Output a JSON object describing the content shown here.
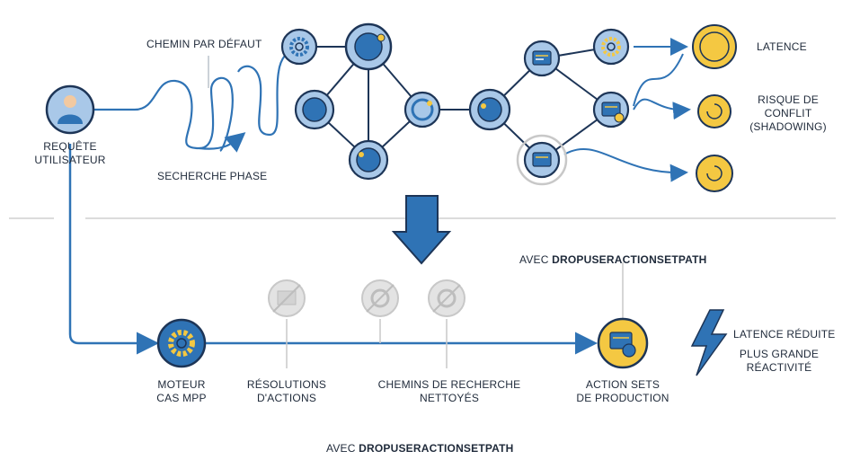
{
  "top": {
    "user_request_label": "REQUÊTE\nUTILISATEUR",
    "default_path_label": "CHEMIN PAR DÉFAUT",
    "search_phase_label": "SECHERCHE PHASE",
    "outcomes": [
      {
        "label": "LATENCE"
      },
      {
        "label": "RISQUE DE\nCONFLIT\n(SHADOWING)"
      },
      {
        "label": ""
      }
    ]
  },
  "bottom": {
    "annotation_prefix": "AVEC ",
    "annotation_strong": "DROPUSERACTIONSETPATH",
    "engine_label": "MOTEUR\nCAS MPP",
    "resolutions_label": "RÉSOLUTIONS\nD'ACTIONS",
    "cleaned_paths_label": "CHEMINS DE RECHERCHE\nNETTOYÉS",
    "action_sets_label": "ACTION SETS\nDE PRODUCTION",
    "benefit_line1": "LATENCE RÉDUITE",
    "benefit_line2": "PLUS GRANDE\nRÉACTIVITÉ",
    "footer_prefix": "AVEC ",
    "footer_strong": "DROPUSERACTIONSETPATH"
  },
  "colors": {
    "blue": "#2f73b5",
    "light_blue": "#a9c8e8",
    "dark": "#1d3557",
    "yellow": "#f4c842",
    "grey": "#c8c8c8"
  }
}
